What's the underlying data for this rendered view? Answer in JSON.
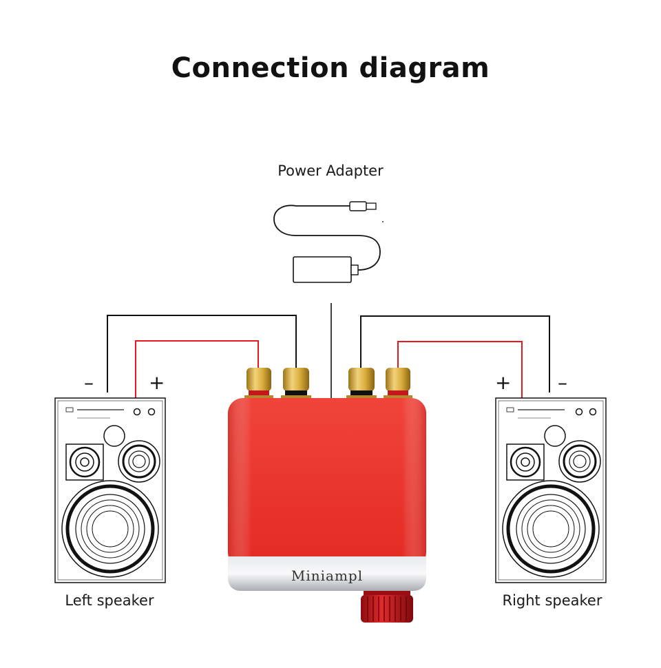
{
  "title": "Connection diagram",
  "labels": {
    "power_adapter": "Power Adapter",
    "left_speaker": "Left speaker",
    "right_speaker": "Right speaker"
  },
  "amplifier": {
    "brand": "Miniampl",
    "body_color": "#e8362e",
    "trim_color": "#c9ccd1",
    "knob_color": "#c4161c"
  },
  "terminals": {
    "left": {
      "minus": "–",
      "plus": "+"
    },
    "right": {
      "plus": "+",
      "minus": "–"
    }
  },
  "colors": {
    "positive_wire": "#e3191e",
    "negative_wire": "#111111",
    "terminal_gold": "#d4a72c"
  }
}
